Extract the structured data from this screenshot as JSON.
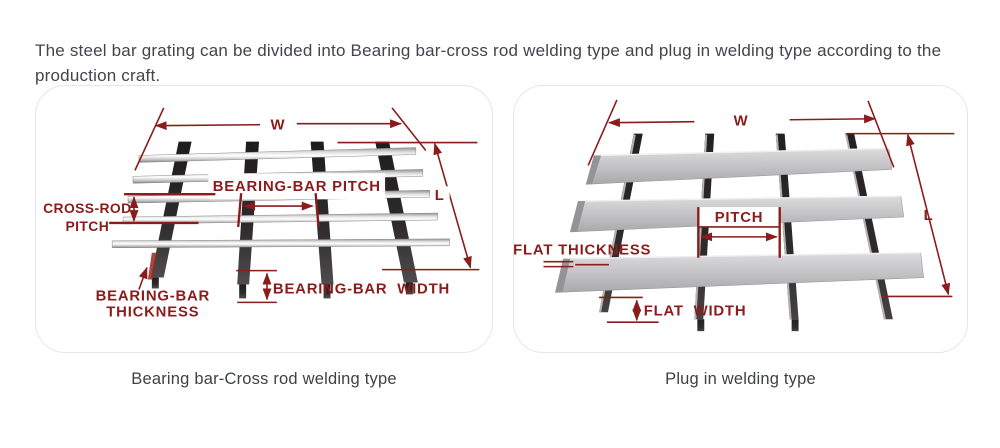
{
  "page": {
    "intro_text": "The steel bar grating can be divided into Bearing bar-cross rod welding type and plug in welding type according to the production craft."
  },
  "colors": {
    "dimension_red": "#8a1c1c",
    "body_text": "#41464a",
    "panel_border": "#e6e6e9",
    "plate_dark": "#2b282a",
    "rod_silver": "#e8e8ea",
    "flat_bar_gray": "#c2c2c4",
    "background": "#ffffff"
  },
  "panels": [
    {
      "caption": "Bearing bar-Cross rod welding type",
      "labels": {
        "w": "W",
        "l": "L",
        "bearing_bar_pitch": "BEARING-BAR PITCH",
        "cross_rod_pitch_line1": "CROSS-ROD",
        "cross_rod_pitch_line2": "PITCH",
        "bearing_bar_width": "BEARING-BAR  WIDTH",
        "bearing_bar_thickness_line1": "BEARING-BAR",
        "bearing_bar_thickness_line2": "THICKNESS"
      }
    },
    {
      "caption": "Plug in welding type",
      "labels": {
        "w": "W",
        "l": "L",
        "pitch": "PITCH",
        "flat_thickness": "FLAT THICKNESS",
        "flat_width": "FLAT  WIDTH"
      }
    }
  ]
}
